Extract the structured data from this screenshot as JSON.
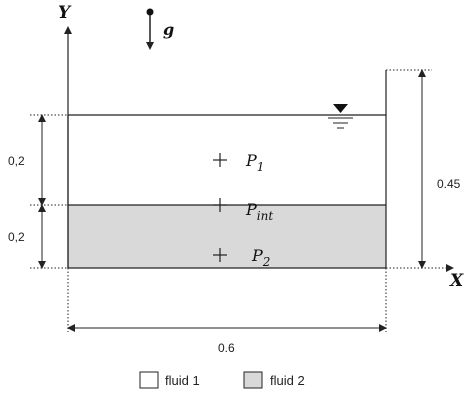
{
  "axes": {
    "x_label": "X",
    "y_label": "Y"
  },
  "gravity": {
    "label": "g"
  },
  "points": {
    "p1": {
      "base": "P",
      "sub": "1"
    },
    "pint": {
      "base": "P",
      "sub": "int"
    },
    "p2": {
      "base": "P",
      "sub": "2"
    }
  },
  "dimensions": {
    "upper_layer": "0,2",
    "lower_layer": "0,2",
    "tank_height": "0.45",
    "tank_width": "0.6"
  },
  "legend": {
    "fluid1": "fluid 1",
    "fluid2": "fluid 2"
  },
  "colors": {
    "fluid1": "#ffffff",
    "fluid2": "#d9d9d9",
    "stroke": "#222222"
  }
}
